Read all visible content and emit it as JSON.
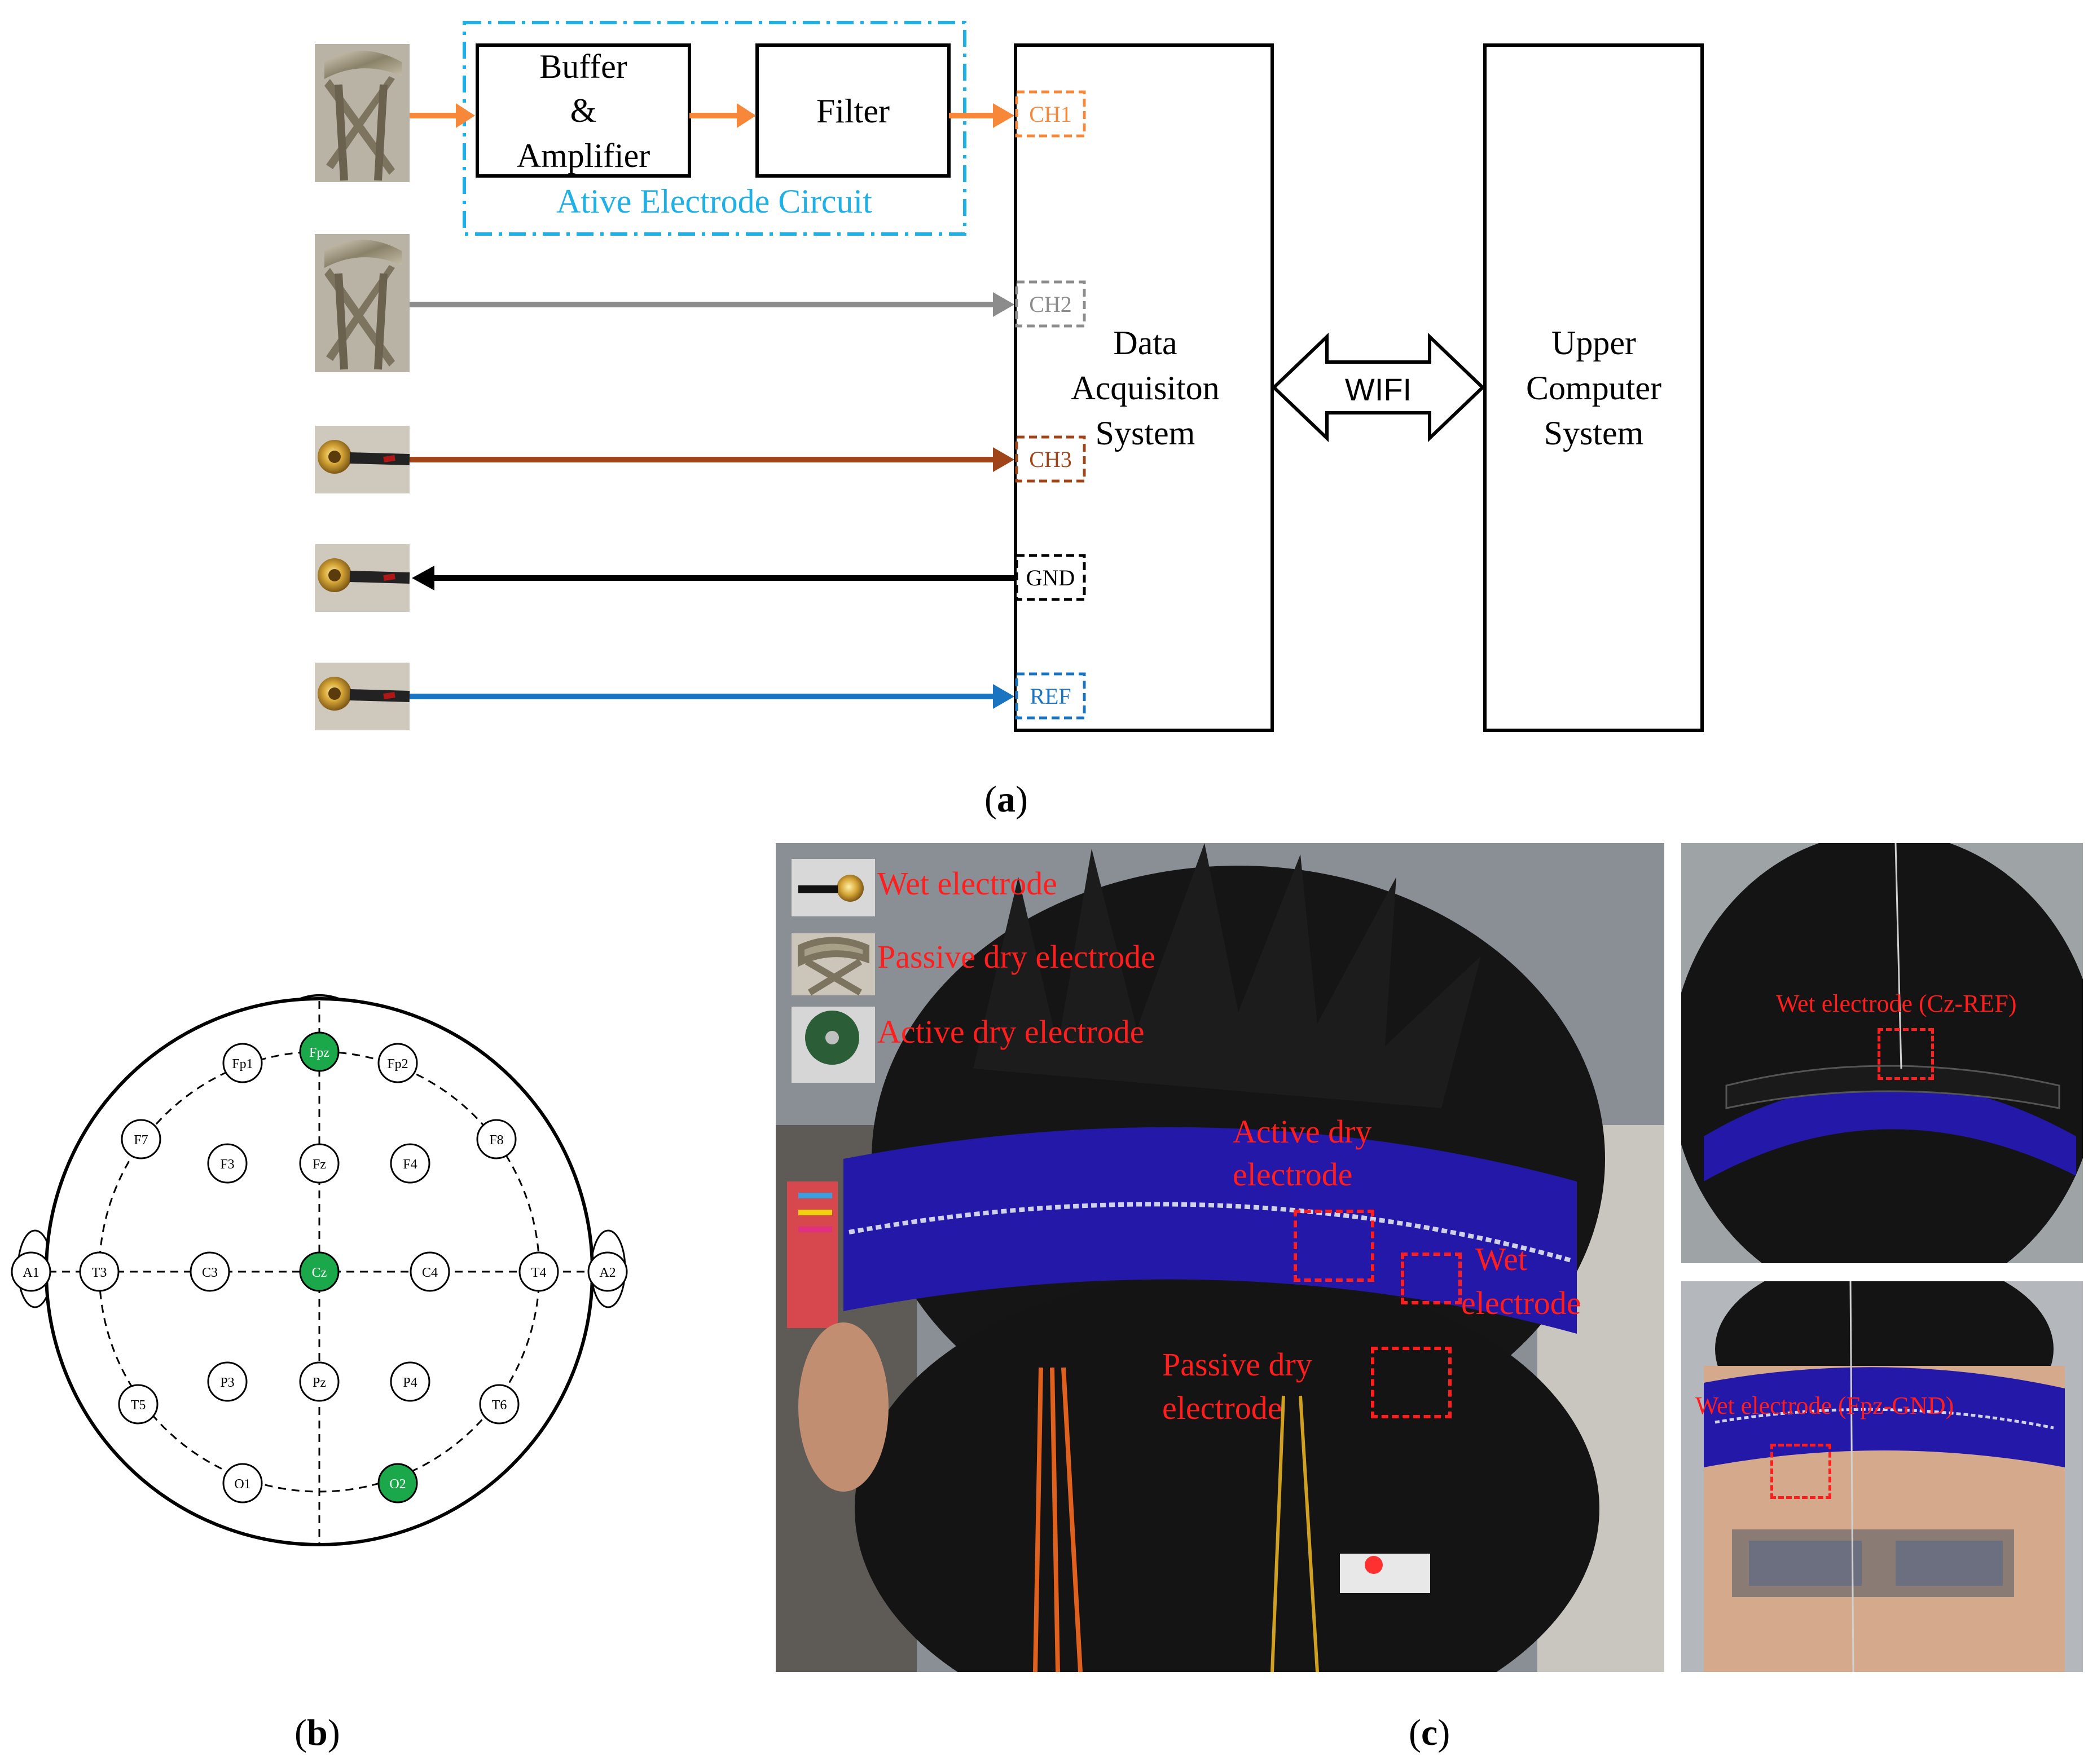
{
  "diagram_a": {
    "blocks": {
      "buffer": [
        "Buffer",
        "&",
        "Amplifier"
      ],
      "filter": "Filter",
      "circuit_label": "Ative Electrode Circuit",
      "daq": [
        "Data",
        "Acquisiton",
        "System"
      ],
      "wifi": "WIFI",
      "upper": [
        "Upper",
        "Computer",
        "System"
      ]
    },
    "channels": [
      {
        "label": "CH1",
        "color": "#f7883a"
      },
      {
        "label": "CH2",
        "color": "#8c8c8c"
      },
      {
        "label": "CH3",
        "color": "#a0451a"
      },
      {
        "label": "GND",
        "color": "#000000"
      },
      {
        "label": "REF",
        "color": "#1a74c0"
      }
    ],
    "circuit_color": "#1fb0e6",
    "caption": "a"
  },
  "diagram_b": {
    "electrodes": [
      "Fpz",
      "Fp1",
      "Fp2",
      "F7",
      "F3",
      "Fz",
      "F4",
      "F8",
      "A1",
      "T3",
      "C3",
      "Cz",
      "C4",
      "T4",
      "A2",
      "T5",
      "P3",
      "Pz",
      "P4",
      "T6",
      "O1",
      "O2"
    ],
    "highlighted": [
      "Fpz",
      "Cz",
      "O2"
    ],
    "highlight_color": "#1aa84a",
    "caption": "b"
  },
  "photo_c": {
    "legend": [
      "Wet electrode",
      "Passive dry electrode",
      "Active dry electrode"
    ],
    "annotations": {
      "active_dry": [
        "Active dry",
        "electrode"
      ],
      "wet": [
        "Wet",
        "electrode"
      ],
      "passive_dry": [
        "Passive dry",
        "electrode"
      ],
      "top_right": "Wet electrode (Cz-REF)",
      "bottom_right": "Wet electrode (Fpz-GND)"
    },
    "annotation_color": "#ff1e1e",
    "caption": "c"
  }
}
